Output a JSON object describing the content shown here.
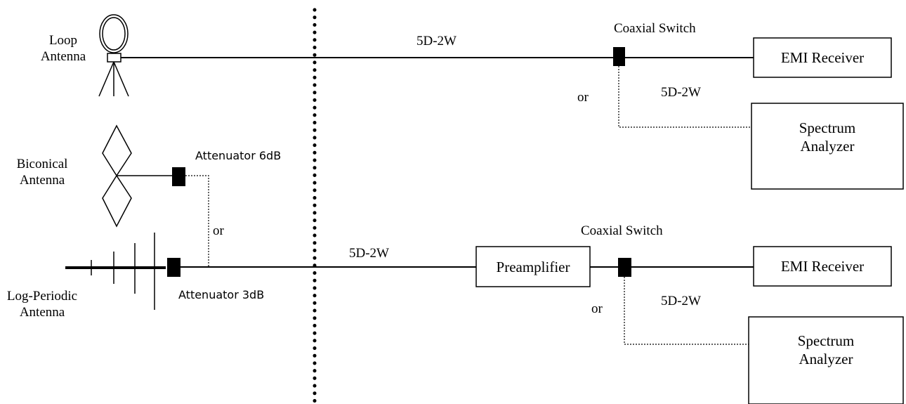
{
  "labels": {
    "loop_antenna": [
      "Loop",
      "Antenna"
    ],
    "biconical_antenna": [
      "Biconical",
      "Antenna"
    ],
    "log_periodic_antenna": [
      "Log-Periodic",
      "Antenna"
    ],
    "attenuator_6db": "Attenuator 6dB",
    "attenuator_3db": "Attenuator 3dB",
    "or_attenuator": "or",
    "cable_top": "5D-2W",
    "cable_bottom": "5D-2W",
    "cable_top_branch": "5D-2W",
    "cable_bottom_branch": "5D-2W",
    "coaxial_switch_top": "Coaxial Switch",
    "coaxial_switch_bottom": "Coaxial Switch",
    "or_top": "or",
    "or_bottom": "or"
  },
  "boxes": {
    "emi_receiver_top": "EMI Receiver",
    "spectrum_analyzer_top": [
      "Spectrum",
      "Analyzer"
    ],
    "preamplifier": "Preamplifier",
    "emi_receiver_bottom": "EMI Receiver",
    "spectrum_analyzer_bottom": [
      "Spectrum",
      "Analyzer"
    ]
  },
  "colors": {
    "stroke": "#000000",
    "background": "#ffffff"
  }
}
